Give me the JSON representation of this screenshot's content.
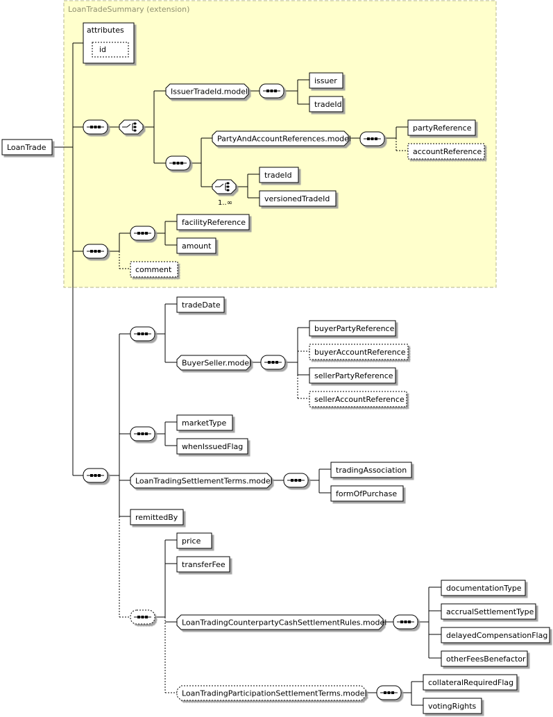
{
  "ext_label": "LoanTradeSummary (extension)",
  "root": "LoanTrade",
  "attributes": {
    "title": "attributes",
    "items": [
      "id"
    ]
  },
  "elements": {
    "issuer_model": "IssuerTradeId.model",
    "issuer": "issuer",
    "tradeId": "tradeId",
    "party_model": "PartyAndAccountReferences.model",
    "partyReference": "partyReference",
    "accountReference": "accountReference",
    "tradeId2": "tradeId",
    "versionedTradeId": "versionedTradeId",
    "facilityReference": "facilityReference",
    "amount": "amount",
    "comment": "comment",
    "tradeDate": "tradeDate",
    "buyerseller_model": "BuyerSeller.model",
    "buyerPartyReference": "buyerPartyReference",
    "buyerAccountReference": "buyerAccountReference",
    "sellerPartyReference": "sellerPartyReference",
    "sellerAccountReference": "sellerAccountReference",
    "marketType": "marketType",
    "whenIssuedFlag": "whenIssuedFlag",
    "lts_model": "LoanTradingSettlementTerms.model",
    "tradingAssociation": "tradingAssociation",
    "formOfPurchase": "formOfPurchase",
    "remittedBy": "remittedBy",
    "price": "price",
    "transferFee": "transferFee",
    "ltccs_model": "LoanTradingCounterpartyCashSettlementRules.model",
    "documentationType": "documentationType",
    "accrualSettlementType": "accrualSettlementType",
    "delayedCompensationFlag": "delayedCompensationFlag",
    "otherFeesBenefactor": "otherFeesBenefactor",
    "ltps_model": "LoanTradingParticipationSettlementTerms.model",
    "collateralRequiredFlag": "collateralRequiredFlag",
    "votingRights": "votingRights"
  },
  "multiplicity": "1..∞",
  "colors": {
    "extension_fill": "#ffffcc",
    "extension_border": "#b4b48c",
    "line": "#000000",
    "box": "#ffffff"
  }
}
